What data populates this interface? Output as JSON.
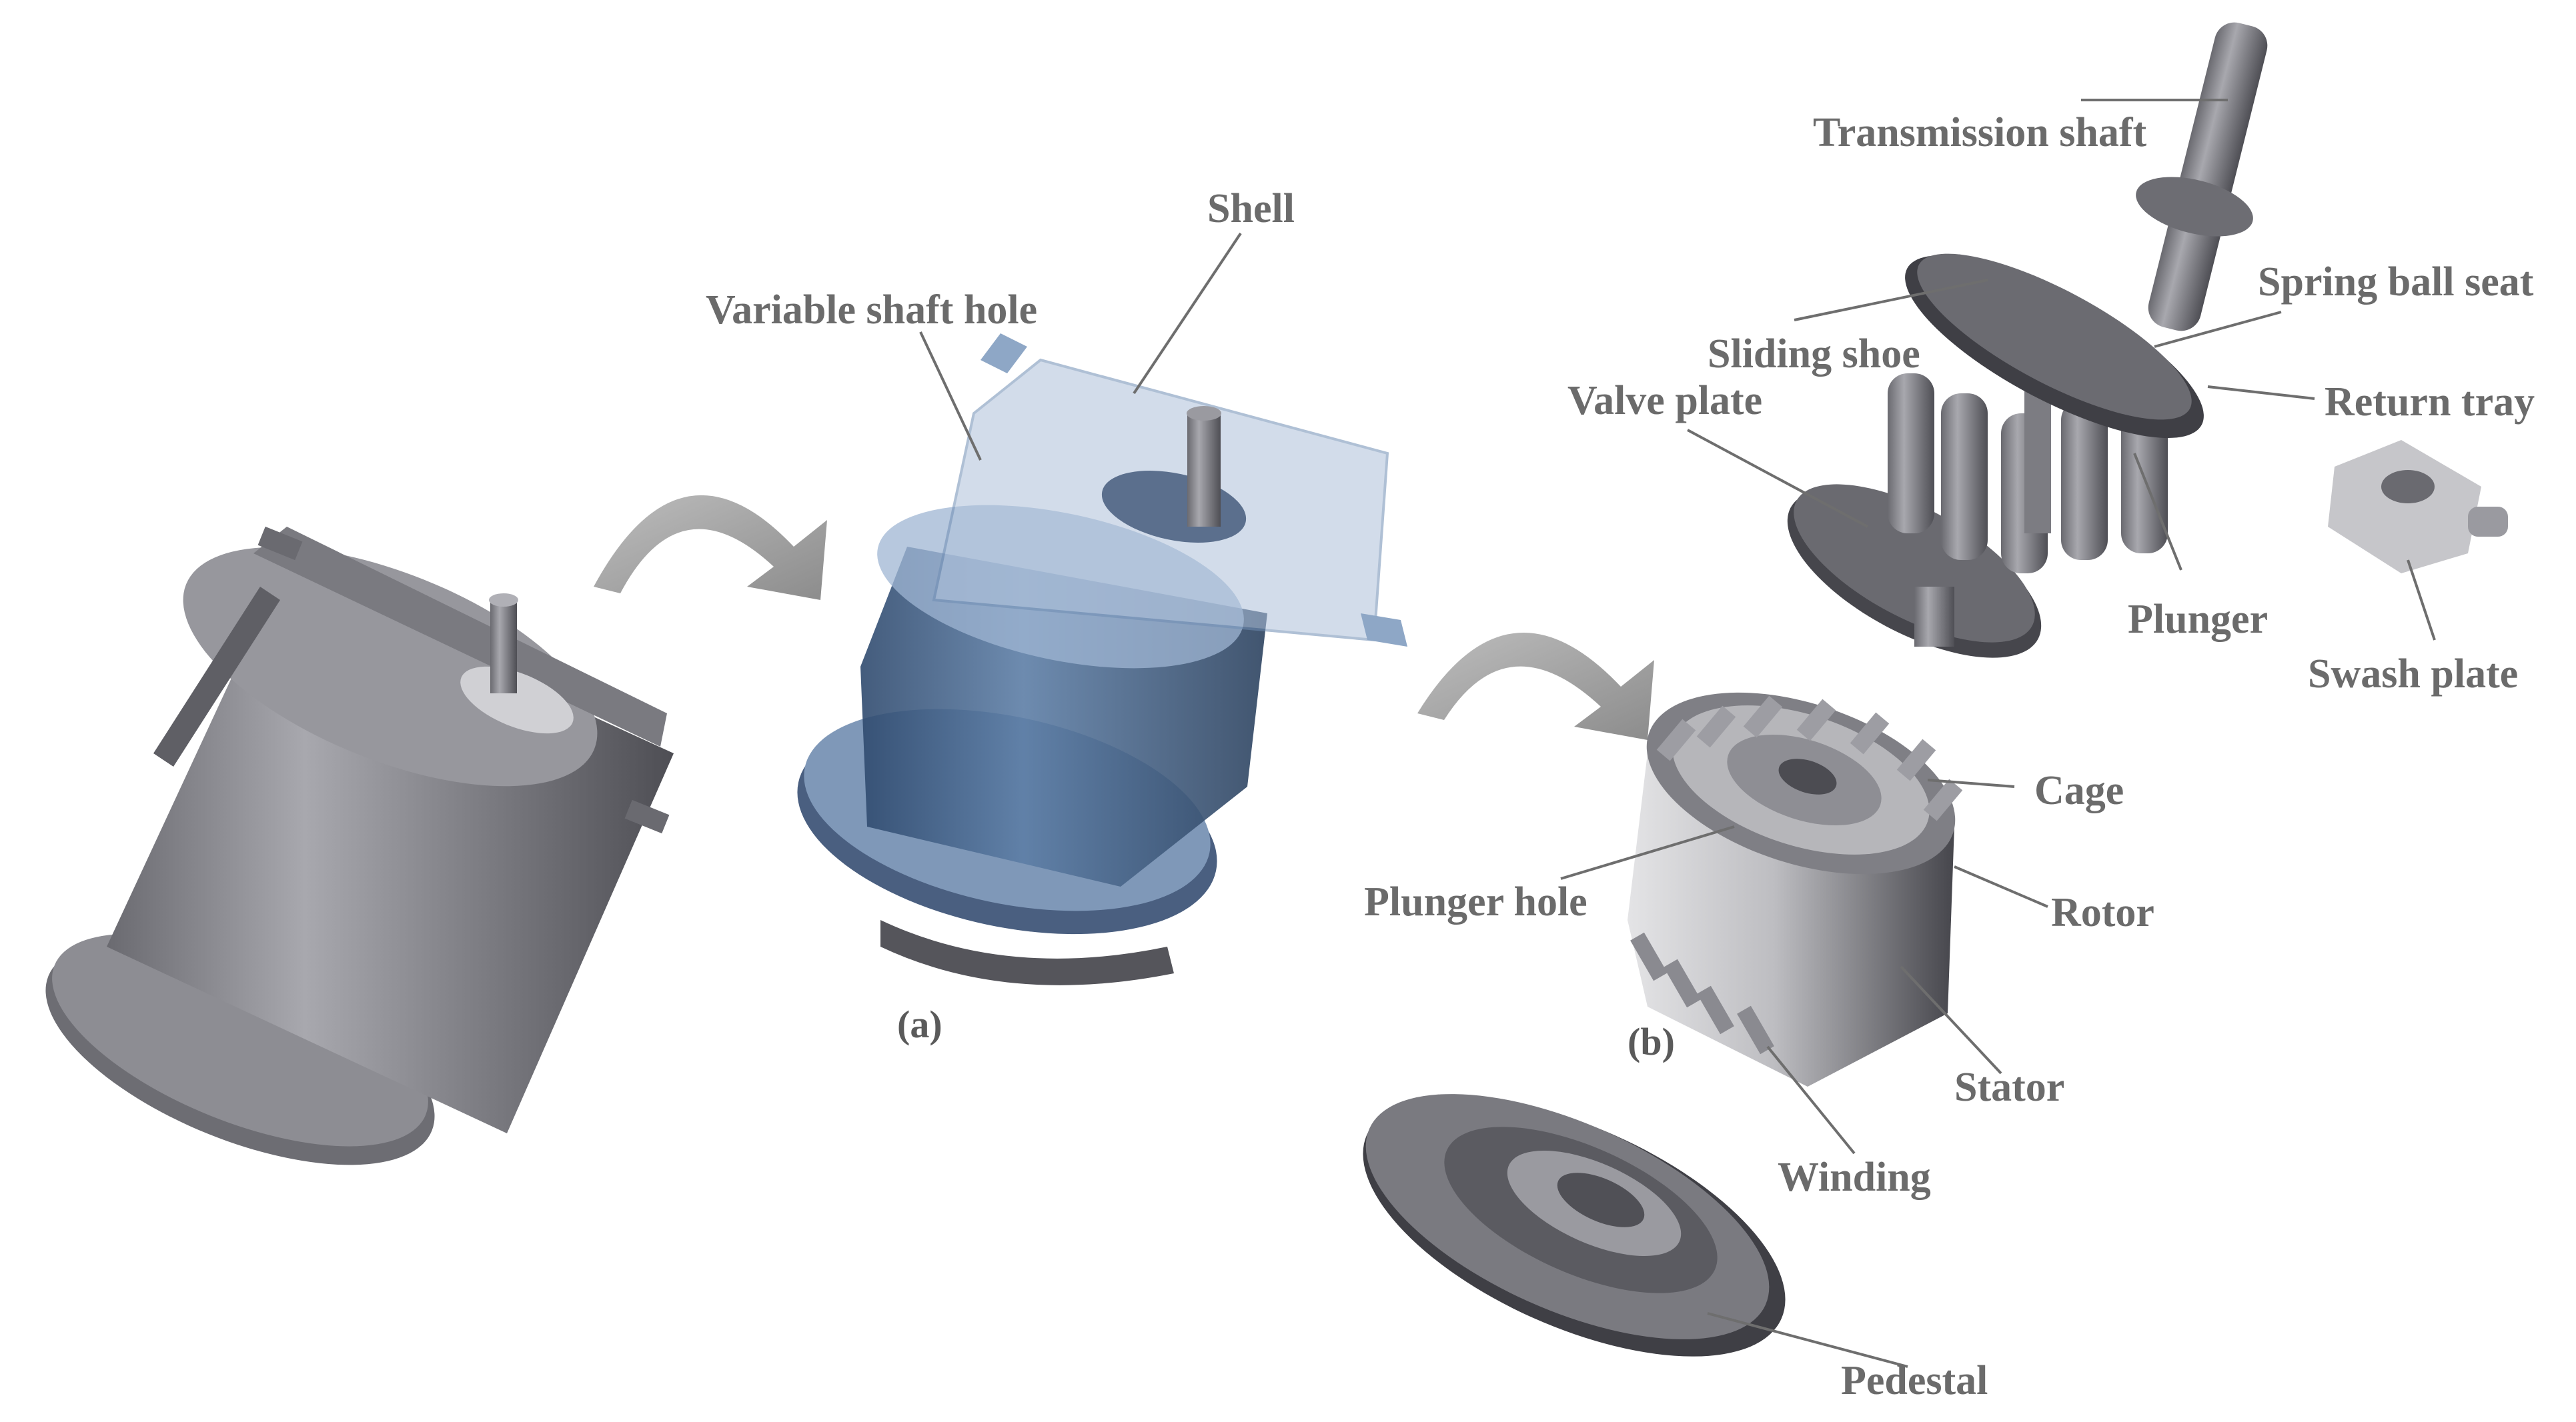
{
  "figure": {
    "captions": {
      "a": "(a)",
      "b": "(b)"
    },
    "labels": {
      "shell": "Shell",
      "variable_shaft_hole": "Variable shaft hole",
      "transmission_shaft": "Transmission shaft",
      "spring_ball_seat": "Spring ball seat",
      "sliding_shoe": "Sliding shoe",
      "valve_plate": "Valve plate",
      "return_tray": "Return tray",
      "plunger": "Plunger",
      "swash_plate": "Swash plate",
      "cage": "Cage",
      "plunger_hole": "Plunger hole",
      "rotor": "Rotor",
      "stator": "Stator",
      "winding": "Winding",
      "pedestal": "Pedestal"
    },
    "colors": {
      "label_text": "#6b6b6b",
      "leader_line": "#6e6e6e",
      "arrow": "#a0a0a0",
      "metal_dark": "#5a5a5f",
      "metal_mid": "#8a8a90",
      "metal_light": "#c8c8cc",
      "transparent_shell": "#7f9ec4"
    },
    "icons": [
      "curved-arrow-icon",
      "curved-arrow-icon"
    ]
  }
}
